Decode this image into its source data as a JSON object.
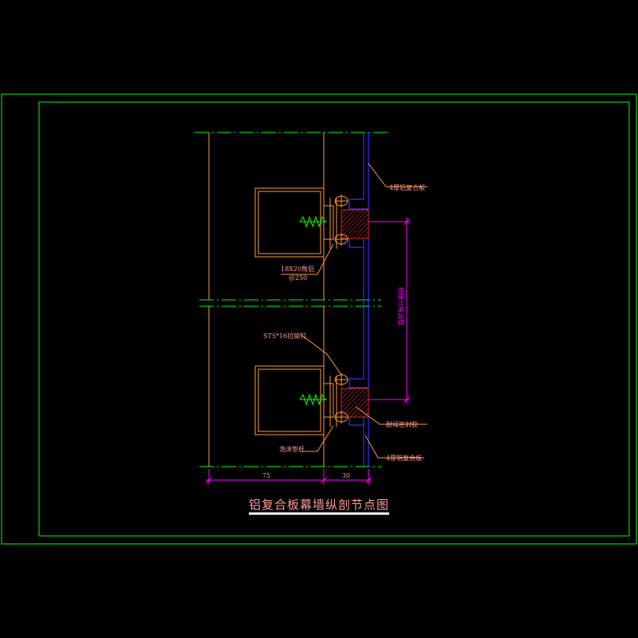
{
  "drawing": {
    "title": "铝复合板幕墙纵剖节点图",
    "colors": {
      "background": "#000000",
      "frame": "#00ff00",
      "structure": "#ff9933",
      "panel": "#3333ff",
      "dimension": "#ff00ff",
      "text": "#ff9999",
      "screw": "#00ff00",
      "sealant": "#ff3333",
      "title_underline": "#ffffff"
    },
    "labels": {
      "panel_top": "4厚铝复合板",
      "angle": "18X20角铝",
      "angle_spacing": "@250",
      "rivet": "ST5*16拉铆钉",
      "sealant": "耐候密封胶",
      "foam_rod": "泡沫垫杆",
      "panel_bottom": "4厚铝复合板",
      "vertical_dim": "根据分格调整"
    },
    "dimensions": {
      "left": "75",
      "right": "30"
    }
  }
}
